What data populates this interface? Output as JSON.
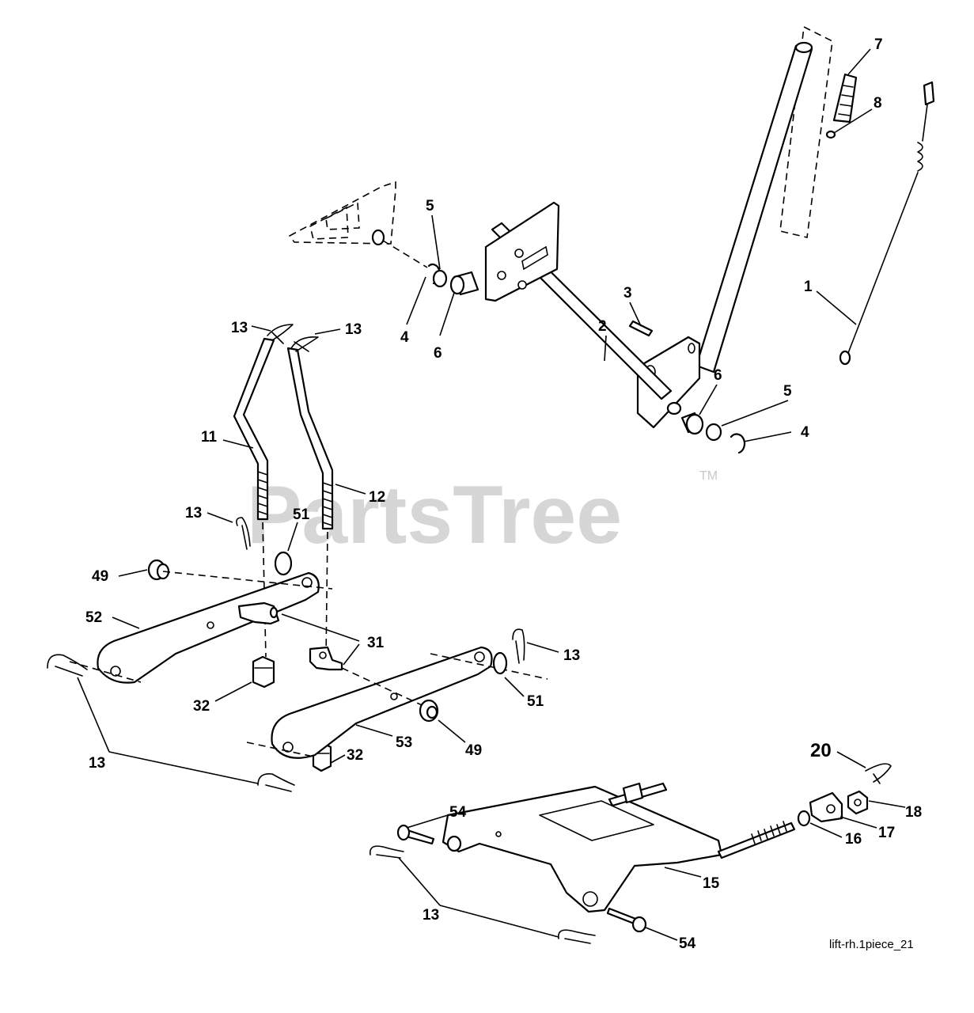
{
  "watermark": {
    "text": "PartsTree",
    "tm": "TM"
  },
  "caption": "lift-rh.1piece_21",
  "callouts": {
    "c1": "1",
    "c2": "2",
    "c3": "3",
    "c4a": "4",
    "c4b": "4",
    "c5a": "5",
    "c5b": "5",
    "c6a": "6",
    "c6b": "6",
    "c7": "7",
    "c8": "8",
    "c11": "11",
    "c12": "12",
    "c13a": "13",
    "c13b": "13",
    "c13c": "13",
    "c13d": "13",
    "c13e": "13",
    "c13f": "13",
    "c15": "15",
    "c16": "16",
    "c17": "17",
    "c18": "18",
    "c20": "20",
    "c31": "31",
    "c32a": "32",
    "c32b": "32",
    "c49a": "49",
    "c49b": "49",
    "c51a": "51",
    "c51b": "51",
    "c52": "52",
    "c53": "53",
    "c54a": "54",
    "c54b": "54"
  }
}
